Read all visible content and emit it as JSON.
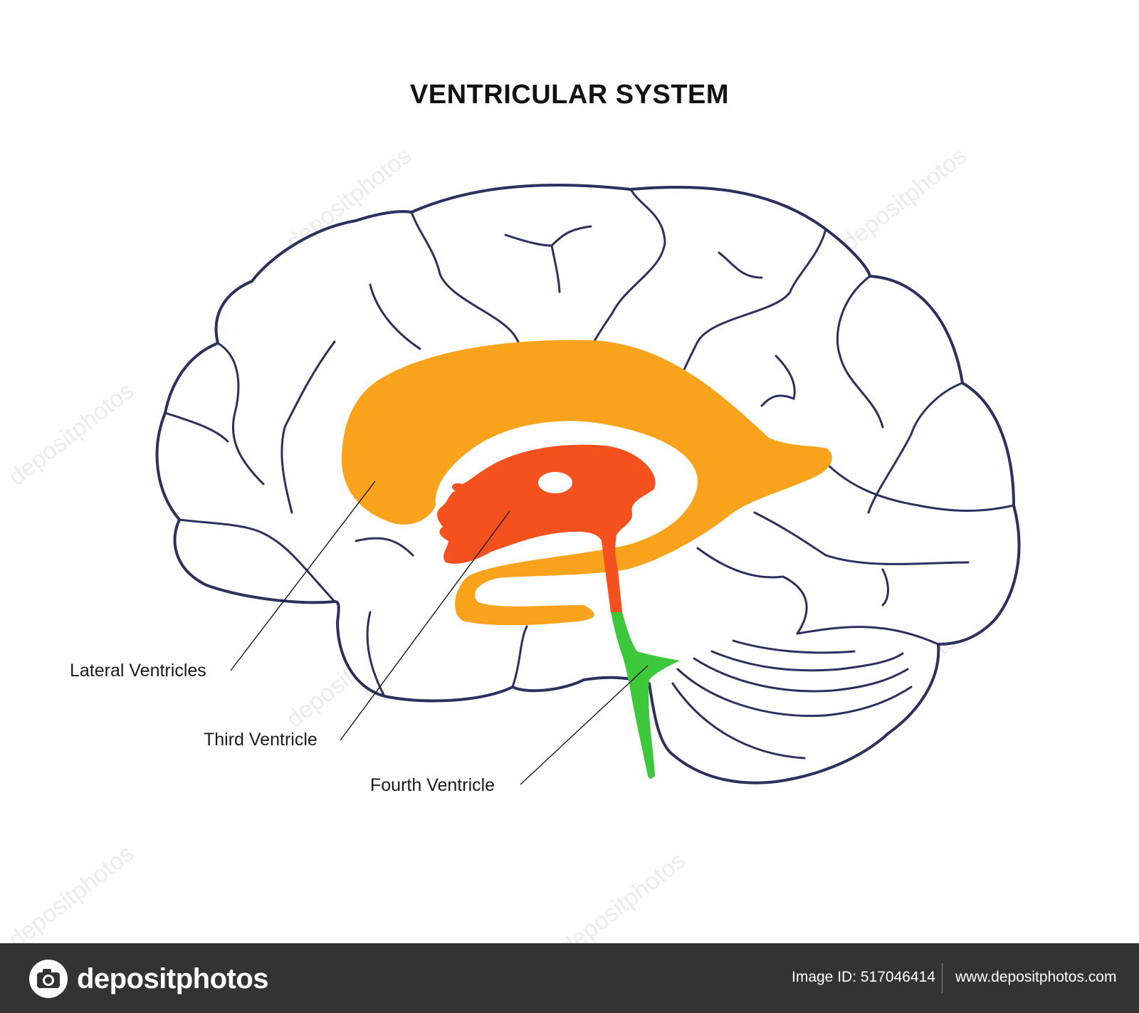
{
  "diagram": {
    "title": "VENTRICULAR SYSTEM",
    "labels": {
      "lateral": "Lateral Ventricles",
      "third": "Third Ventricle",
      "fourth": "Fourth Ventricle"
    },
    "colors": {
      "outline": "#2e2f5e",
      "lateral": "#f9a21b",
      "third": "#f4511e",
      "fourth": "#3cc83a"
    }
  },
  "watermark": {
    "text": "depositphotos"
  },
  "footer": {
    "brand": "depositphotos",
    "image_id": "Image ID: 517046414",
    "site": "www.depositphotos.com",
    "background": "#333333"
  }
}
